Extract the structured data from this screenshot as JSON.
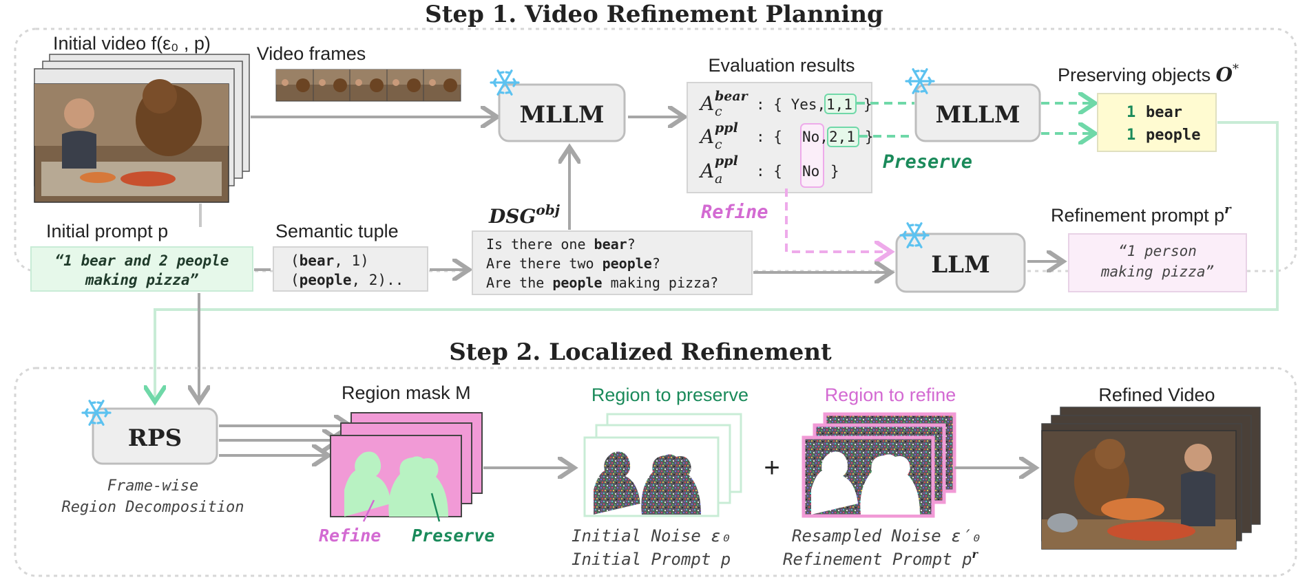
{
  "step1": {
    "title": "Step 1. Video Refinement Planning",
    "initial_video_label": "Initial video f(ε₀ , p)",
    "video_frames_label": "Video frames",
    "mllm_label": "MLLM",
    "evaluation_results_label": "Evaluation results",
    "eval_rows": [
      {
        "sym": "A",
        "sub": "c",
        "sup": "bear",
        "pre": "{ Yes,",
        "val": "1,1",
        "post": "}"
      },
      {
        "sym": "A",
        "sub": "c",
        "sup": "ppl",
        "pre": "{",
        "val_a": "No,",
        "val": "2,1",
        "post": "}"
      },
      {
        "sym": "A",
        "sub": "a",
        "sup": "ppl",
        "pre": "{",
        "val_a": "No",
        "post": "}"
      }
    ],
    "preserve_label": "Preserve",
    "refine_label": "Refine",
    "mllm2_label": "MLLM",
    "preserving_objects_label": "Preserving objects O*",
    "preserving_objects": [
      {
        "count": "1",
        "name": "bear"
      },
      {
        "count": "1",
        "name": "people"
      }
    ],
    "initial_prompt_label": "Initial prompt p",
    "initial_prompt_lines": [
      "“1 bear and 2 people",
      "making pizza”"
    ],
    "semantic_tuple_label": "Semantic tuple",
    "semantic_tuple_lines": [
      {
        "pre": "(",
        "bold": "bear",
        "post": ", 1)"
      },
      {
        "pre": "(",
        "bold": "people",
        "post": ", 2).."
      }
    ],
    "dsg_label": "DSG",
    "dsg_sup": "obj",
    "dsg_questions": [
      {
        "pre": "Is there one ",
        "bold": "bear",
        "post": "?"
      },
      {
        "pre": "Are there two ",
        "bold": "people",
        "post": "?"
      },
      {
        "pre": "Are the ",
        "bold": "people",
        "post": " making pizza?"
      }
    ],
    "llm_label": "LLM",
    "refinement_prompt_label": "Refinement prompt p",
    "refinement_prompt_sup": "r",
    "refinement_prompt_lines": [
      "“1 person",
      "making pizza”"
    ]
  },
  "step2": {
    "title": "Step 2. Localized Refinement",
    "rps_label": "RPS",
    "rps_caption_lines": [
      "Frame-wise",
      "Region Decomposition"
    ],
    "region_mask_label": "Region mask M",
    "mask_refine_label": "Refine",
    "mask_preserve_label": "Preserve",
    "region_preserve_label": "Region to preserve",
    "region_refine_label": "Region to refine",
    "plus": "+",
    "initial_noise_label": "Initial Noise ε₀",
    "initial_prompt_label": "Initial Prompt p",
    "resampled_noise_label": "Resampled Noise ε′₀",
    "refinement_prompt_label": "Refinement Prompt p",
    "refinement_prompt_sup": "r",
    "refined_video_label": "Refined Video"
  },
  "colors": {
    "green": "#1a8a5a",
    "pink": "#d36ad2",
    "arrow_gray": "#a6a6a6",
    "arrow_green": "#6fd8a8",
    "arrow_pink": "#eeaaea",
    "mask_pink": "#f19ad6",
    "mask_green": "#b8f2c2",
    "snowflake": "#5cc2f0"
  }
}
